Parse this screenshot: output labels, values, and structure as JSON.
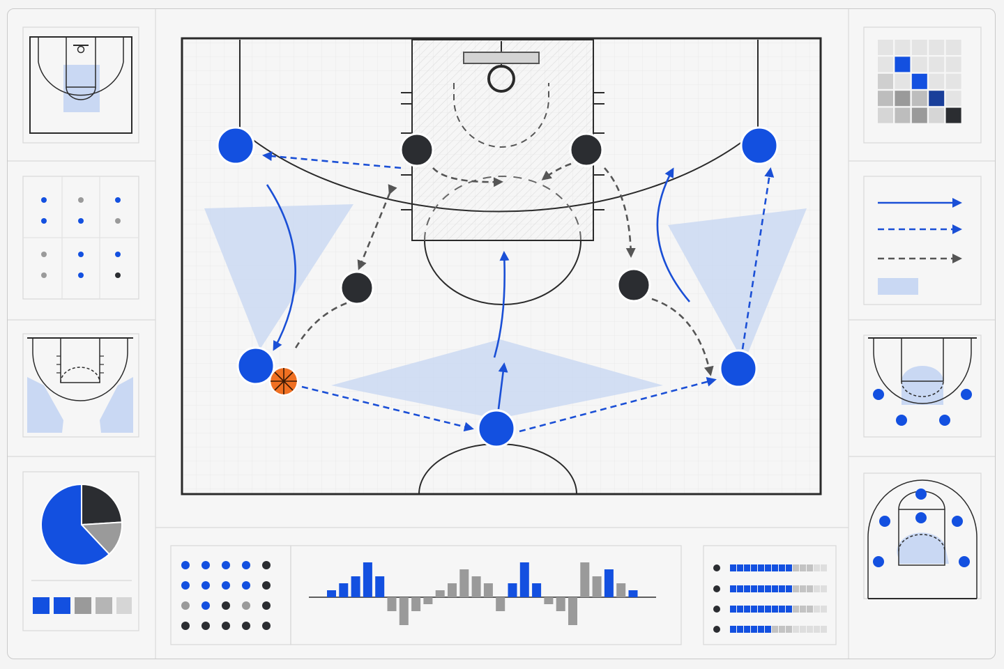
{
  "colors": {
    "accent_blue": "#1a4fd6",
    "player_blue": "#1350e0",
    "defender": "#2b2d31",
    "court_line": "#2a2a2a",
    "zone_fill": "#c9d8f3",
    "gray_mid": "#9a9a9a",
    "gray_light": "#cfcfcf",
    "ball": "#f07022",
    "panel_bg": "#f6f6f6"
  },
  "court": {
    "offense_players": [
      "left-corner-top",
      "left-wing",
      "top-of-key",
      "right-wing",
      "right-corner-top"
    ],
    "defenders": [
      "left-block",
      "right-block",
      "left-elbow",
      "right-elbow"
    ],
    "ball_holder": "left-wing",
    "icons": [
      "basketball-icon"
    ]
  },
  "legend": {
    "line_styles": [
      "solid-cut",
      "dashed-pass",
      "dashed-screen",
      "zone-area"
    ]
  },
  "chart_data": [
    {
      "type": "pie",
      "values": [
        0.62,
        0.24,
        0.14
      ],
      "colors": [
        "#1350e0",
        "#2b2d31",
        "#9a9a9a"
      ]
    },
    {
      "type": "bar",
      "values": [
        1,
        2,
        3,
        5,
        3,
        -2,
        -4,
        -2,
        -1,
        1,
        2,
        4,
        3,
        2,
        -2,
        2,
        5,
        2,
        -1,
        -2,
        -4,
        5,
        3,
        4,
        2,
        1
      ],
      "colors": [
        "#1350e0",
        "#1350e0",
        "#1350e0",
        "#1350e0",
        "#1350e0",
        "#9a9a9a",
        "#9a9a9a",
        "#9a9a9a",
        "#9a9a9a",
        "#9a9a9a",
        "#9a9a9a",
        "#9a9a9a",
        "#9a9a9a",
        "#9a9a9a",
        "#9a9a9a",
        "#1350e0",
        "#1350e0",
        "#1350e0",
        "#9a9a9a",
        "#9a9a9a",
        "#9a9a9a",
        "#9a9a9a",
        "#9a9a9a",
        "#1350e0",
        "#9a9a9a",
        "#1350e0"
      ]
    }
  ]
}
